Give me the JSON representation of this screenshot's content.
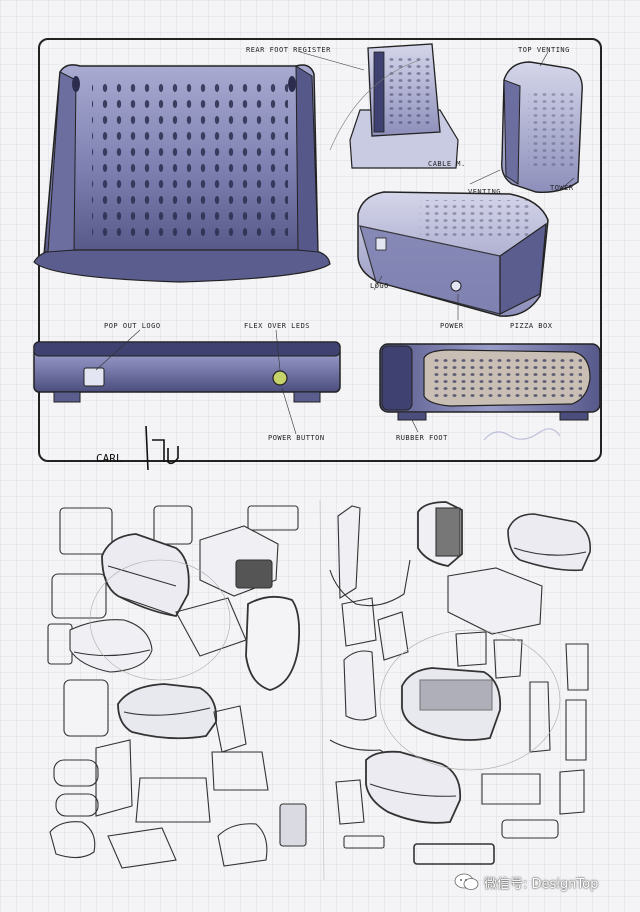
{
  "top_sheet": {
    "labels": {
      "rear_foot": "Rear foot register",
      "top_venting": "Top venting",
      "cable_m": "Cable M.",
      "venting": "Venting",
      "tower": "Tower",
      "logo": "Logo",
      "power": "Power",
      "pizza_box": "Pizza box",
      "pop_out_logo": "Pop out logo",
      "flex_over_leds": "Flex over leds",
      "power_button": "Power button",
      "rubber_foot": "Rubber foot"
    },
    "signature": "CARL"
  },
  "watermark": {
    "text": "微信号: DesignTop"
  },
  "colors": {
    "body_purple": "#7d7fb0",
    "body_dark": "#4b4d7c",
    "body_light": "#b9bbdc",
    "ink": "#222222"
  }
}
